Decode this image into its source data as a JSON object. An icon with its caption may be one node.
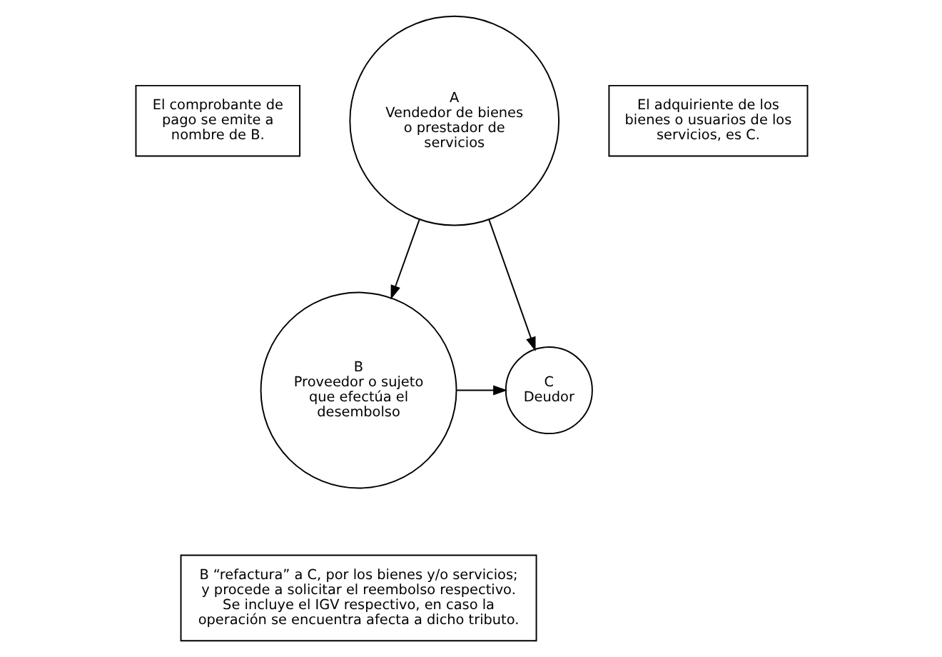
{
  "diagram": {
    "nodes": [
      {
        "text": [
          "El comprobante de pago se emite a nombre de B."
        ]
      },
      {
        "text": [
          "A",
          "Vendedor de bienes o prestador de servicios"
        ]
      },
      {
        "text": [
          "El adquiriente de los bienes o usuarios de los servicios, es C."
        ]
      },
      {
        "text": [
          "B",
          "Proveedor o sujeto que efectúa el desembolso"
        ]
      },
      {
        "text": [
          "C",
          "Deudor"
        ]
      },
      {
        "text": [
          "B “refactura” a C, por los bienes y/o servicios; y procede a solicitar el reembolso respectivo. Se incluye el IGV respectivo, en caso la operación se encuentra afecta a dicho tributo."
        ]
      }
    ],
    "edges": [
      {
        "from": 1,
        "to": 3,
        "arrow": "to"
      },
      {
        "from": 1,
        "to": 4,
        "arrow": "to"
      },
      {
        "from": 3,
        "to": 4,
        "arrow": "to"
      }
    ]
  }
}
